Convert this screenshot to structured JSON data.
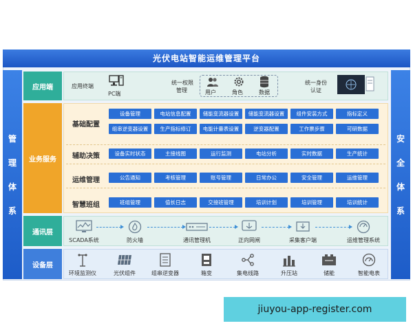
{
  "title": "光伏电站智能运维管理平台",
  "left_side": [
    "管",
    "理",
    "体",
    "系"
  ],
  "right_side": [
    "安",
    "全",
    "体",
    "系"
  ],
  "layers": {
    "app": "应用端",
    "biz": "业务服务",
    "comm": "通讯层",
    "dev": "设备层"
  },
  "app_row": {
    "terminal_label": "应用终端",
    "pc_label": "PC端",
    "auth_label_1": "统一权限",
    "auth_label_2": "管理",
    "user_label": "用户",
    "role_label": "角色",
    "data_label": "数据",
    "identity_label_1": "统一身份",
    "identity_label_2": "认证"
  },
  "biz_rows": [
    {
      "title": "基础配置",
      "lines": [
        [
          "设备管理",
          "电站信息配置",
          "储能变流器设置",
          "储能变流器设置",
          "组件安装方式",
          "指标定义"
        ],
        [
          "组串逆变器设置",
          "生产指标修订",
          "电能计量表设置",
          "逆变器配置",
          "工作票步骤",
          "可研数据"
        ]
      ]
    },
    {
      "title": "辅助决策",
      "lines": [
        [
          "设备实时状态",
          "主接线图",
          "运行监测",
          "电站分析",
          "实时数据",
          "生产统计"
        ]
      ]
    },
    {
      "title": "运维管理",
      "lines": [
        [
          "公告通知",
          "考核管理",
          "账号管理",
          "日常办公",
          "安全管理",
          "运维管理"
        ]
      ]
    },
    {
      "title": "智慧班组",
      "lines": [
        [
          "班组管理",
          "值长日志",
          "交接班管理",
          "培训计划",
          "培训管理",
          "培训统计"
        ]
      ]
    }
  ],
  "comm_row": [
    "SCADA系统",
    "防火墙",
    "通讯管理机",
    "正向网闸",
    "采集客户端",
    "运维管理系统"
  ],
  "dev_row": [
    "环境监测仪",
    "光伏组件",
    "组串逆变器",
    "箱变",
    "集电线路",
    "升压站",
    "储能",
    "智能电表"
  ],
  "watermark": "jiuyou-app-register.com",
  "colors": {
    "title_blue": "#1c56c4",
    "chip_blue": "#2a6fd6",
    "teal": "#2fae9a",
    "orange": "#f0a529"
  }
}
